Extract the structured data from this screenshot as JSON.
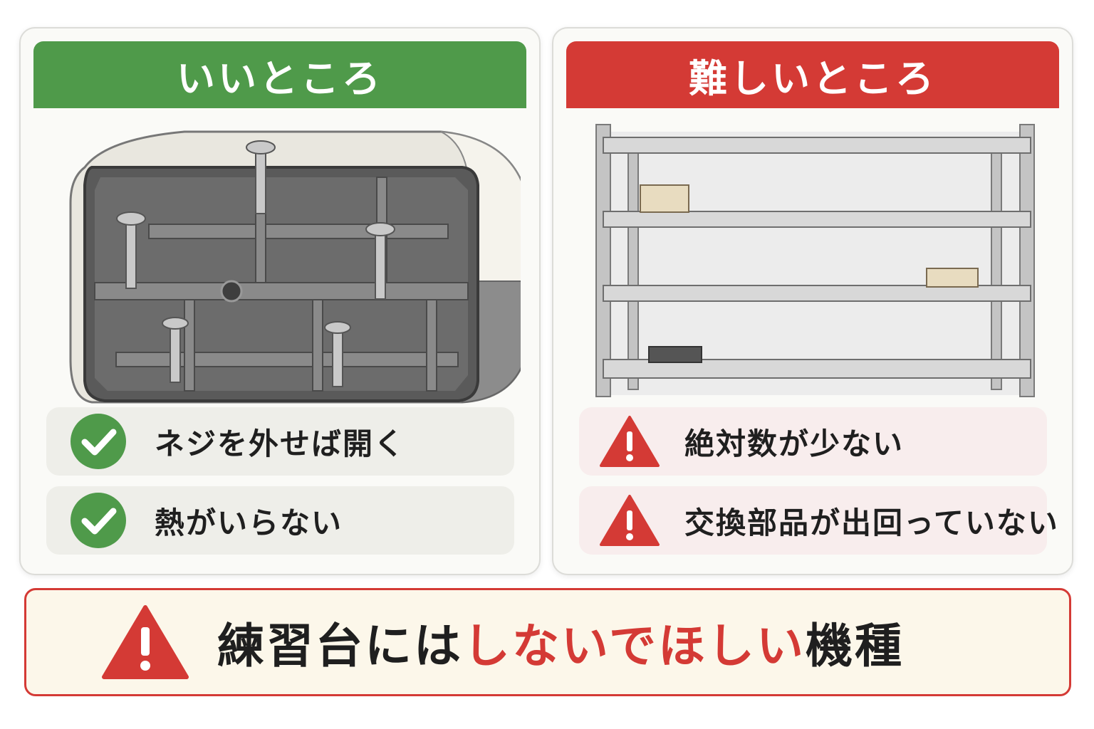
{
  "left_card": {
    "title": "いいところ",
    "points": [
      {
        "icon": "check-icon",
        "text": "ネジを外せば開く"
      },
      {
        "icon": "check-icon",
        "text": "熱がいらない"
      }
    ]
  },
  "right_card": {
    "title": "難しいところ",
    "points": [
      {
        "icon": "warning-icon",
        "text": "絶対数が少ない"
      },
      {
        "icon": "warning-icon",
        "text": "交換部品が出回っていない"
      }
    ]
  },
  "bottom_banner": {
    "icon": "warning-icon",
    "text_before": "練習台には",
    "text_emphasis": "しないでほしい",
    "text_after": "機種"
  },
  "colors": {
    "good": "#4f9a4a",
    "bad": "#d43a35",
    "text": "#1f1f1f"
  }
}
